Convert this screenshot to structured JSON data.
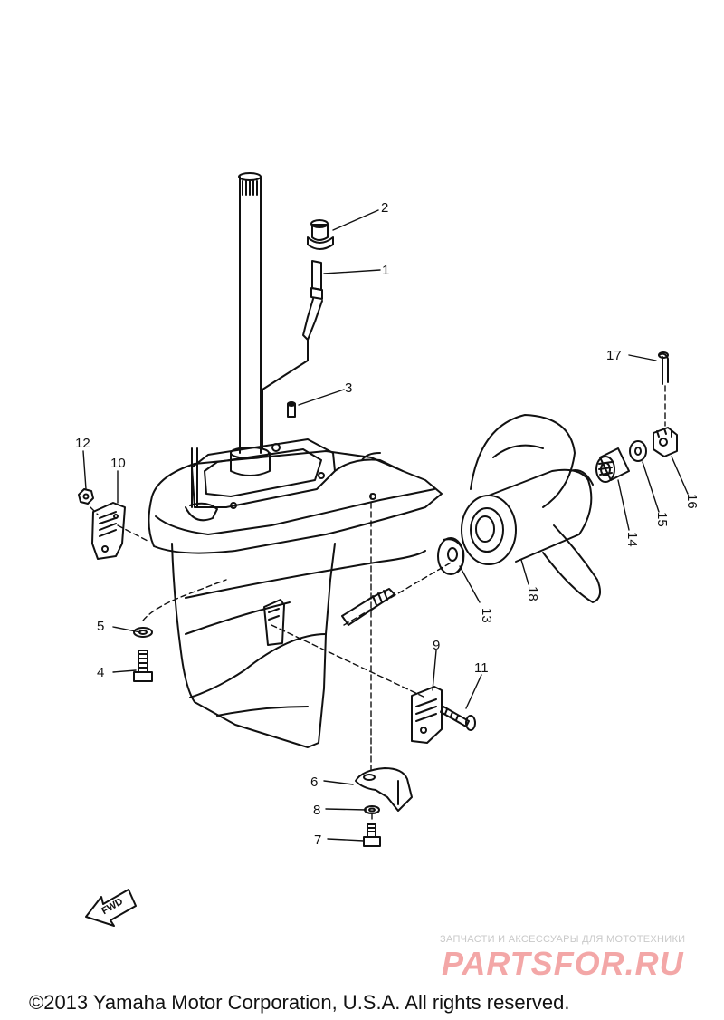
{
  "callouts": [
    {
      "id": "callout-1",
      "text": "1"
    },
    {
      "id": "callout-2",
      "text": "2"
    },
    {
      "id": "callout-3",
      "text": "3"
    },
    {
      "id": "callout-4",
      "text": "4"
    },
    {
      "id": "callout-5",
      "text": "5"
    },
    {
      "id": "callout-6",
      "text": "6"
    },
    {
      "id": "callout-7",
      "text": "7"
    },
    {
      "id": "callout-8",
      "text": "8"
    },
    {
      "id": "callout-9",
      "text": "9"
    },
    {
      "id": "callout-10",
      "text": "10"
    },
    {
      "id": "callout-11",
      "text": "11"
    },
    {
      "id": "callout-12",
      "text": "12"
    },
    {
      "id": "callout-13",
      "text": "13"
    },
    {
      "id": "callout-14",
      "text": "14"
    },
    {
      "id": "callout-15",
      "text": "15"
    },
    {
      "id": "callout-16",
      "text": "16"
    },
    {
      "id": "callout-17",
      "text": "17"
    },
    {
      "id": "callout-18",
      "text": "18"
    }
  ],
  "fwd_label": "FWD",
  "watermark": {
    "tagline": "ЗАПЧАСТИ И АКСЕССУАРЫ ДЛЯ МОТОТЕХНИКИ",
    "logo": "PARTSFOR.RU"
  },
  "copyright": "©2013 Yamaha Motor Corporation, U.S.A. All rights reserved."
}
